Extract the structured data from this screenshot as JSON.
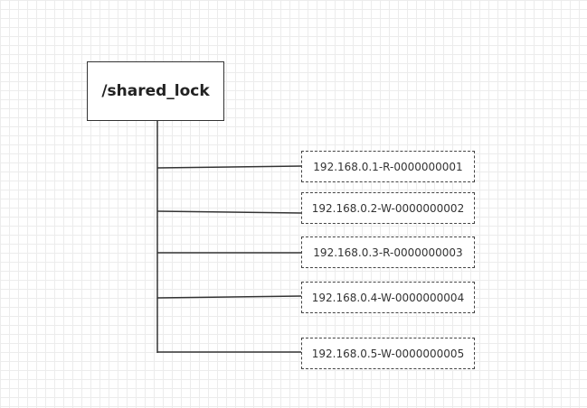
{
  "root": {
    "label": "/shared_lock"
  },
  "children": [
    {
      "label": "192.168.0.1-R-0000000001"
    },
    {
      "label": "192.168.0.2-W-0000000002"
    },
    {
      "label": "192.168.0.3-R-0000000003"
    },
    {
      "label": "192.168.0.4-W-0000000004"
    },
    {
      "label": "192.168.0.5-W-0000000005"
    }
  ]
}
